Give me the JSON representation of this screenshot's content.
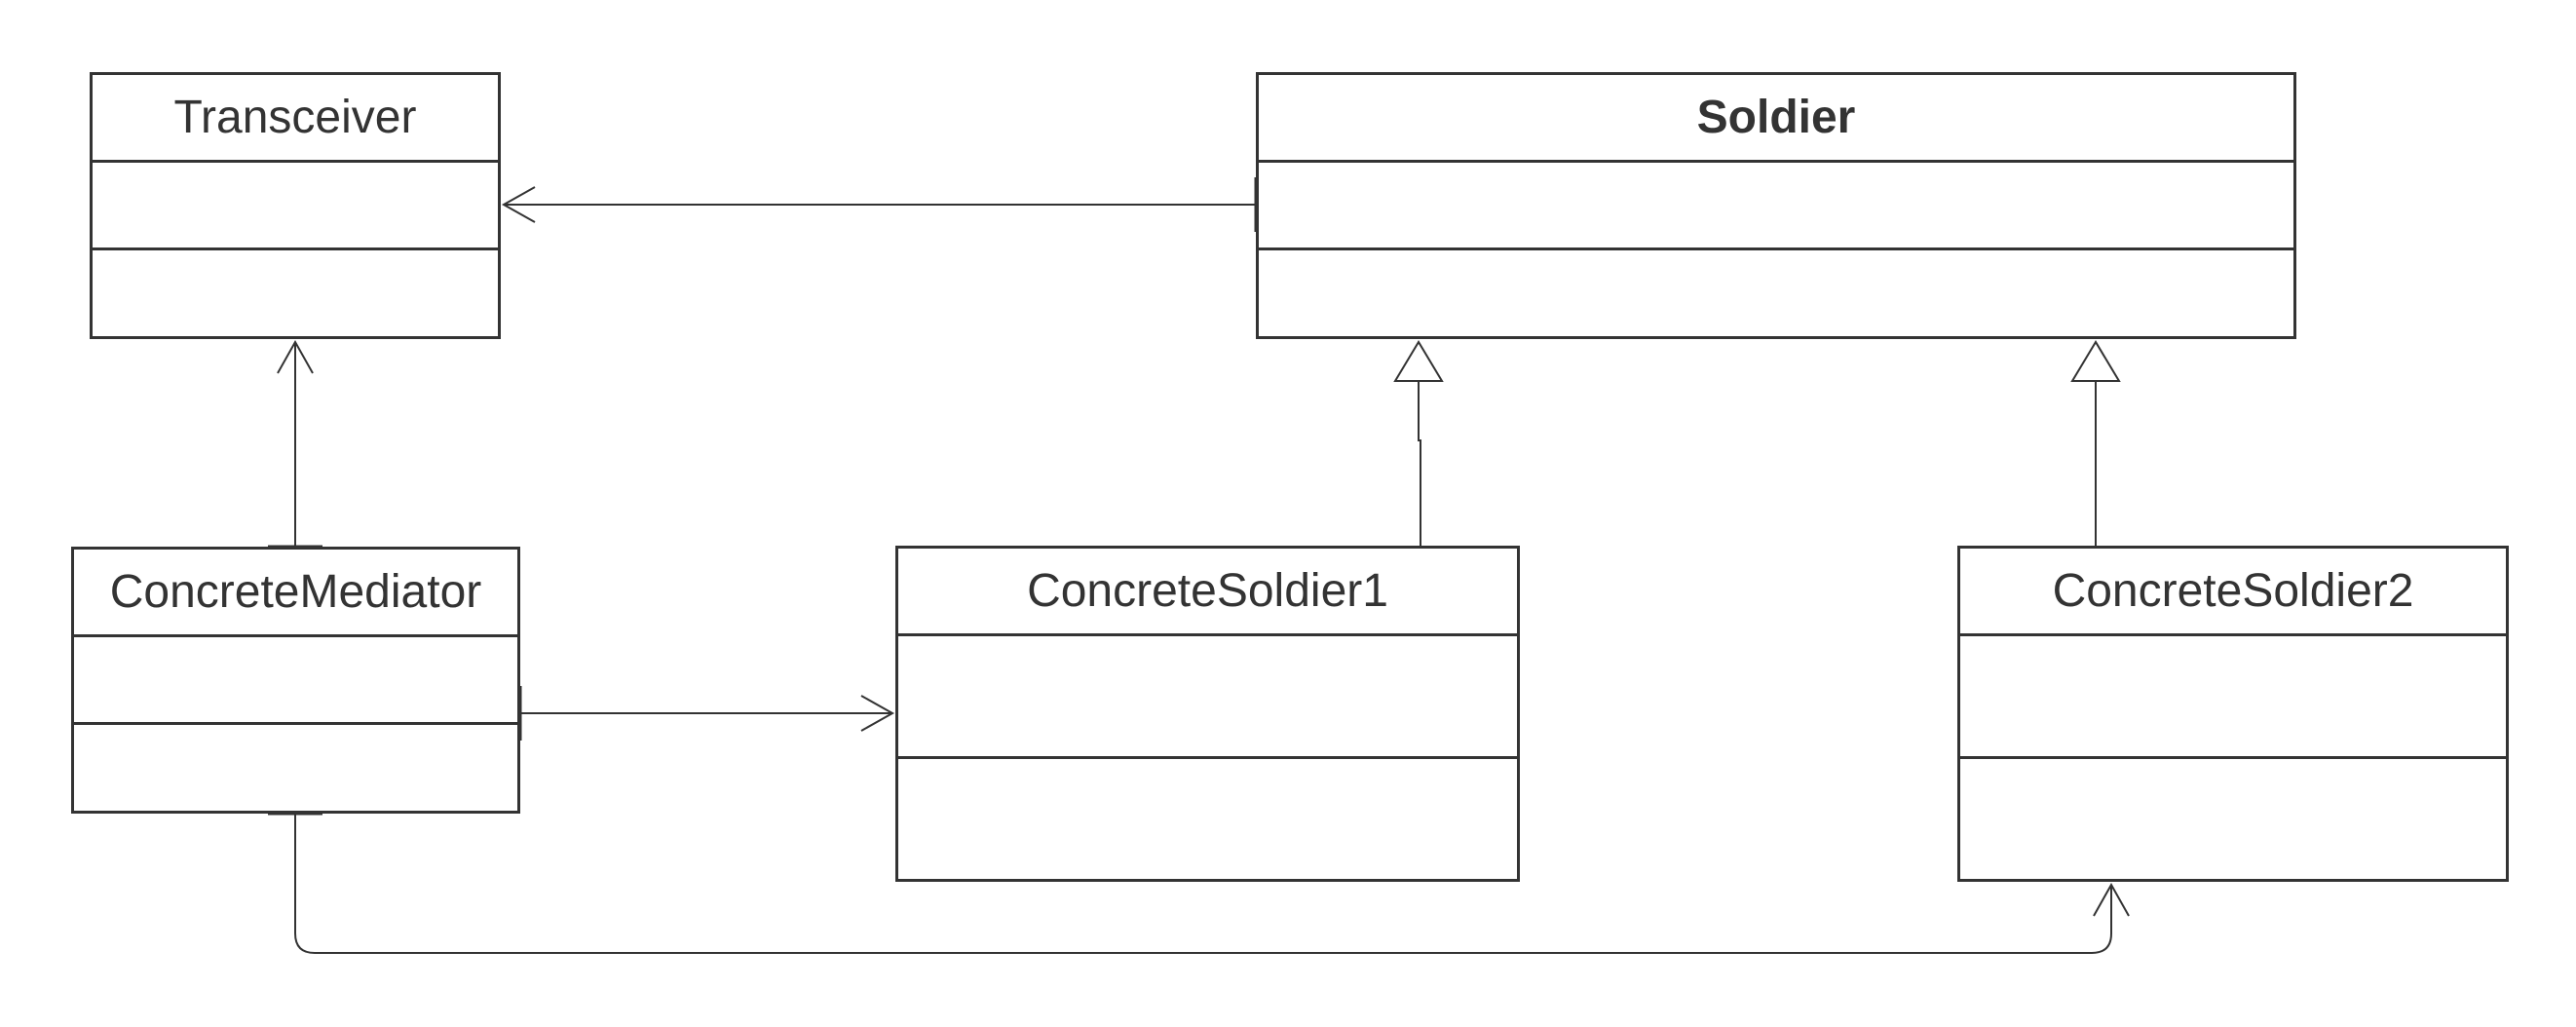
{
  "classes": {
    "transceiver": {
      "name": "Transceiver"
    },
    "soldier": {
      "name": "Soldier"
    },
    "concrete_mediator": {
      "name": "ConcreteMediator"
    },
    "concrete_soldier1": {
      "name": "ConcreteSoldier1"
    },
    "concrete_soldier2": {
      "name": "ConcreteSoldier2"
    }
  },
  "relationships": [
    {
      "from": "Soldier",
      "to": "Transceiver",
      "type": "association"
    },
    {
      "from": "ConcreteMediator",
      "to": "Transceiver",
      "type": "association"
    },
    {
      "from": "ConcreteSoldier1",
      "to": "Soldier",
      "type": "generalization"
    },
    {
      "from": "ConcreteSoldier2",
      "to": "Soldier",
      "type": "generalization"
    },
    {
      "from": "ConcreteMediator",
      "to": "ConcreteSoldier1",
      "type": "association"
    },
    {
      "from": "ConcreteMediator",
      "to": "ConcreteSoldier2",
      "type": "association"
    }
  ],
  "colors": {
    "stroke": "#333333",
    "background": "#ffffff"
  }
}
